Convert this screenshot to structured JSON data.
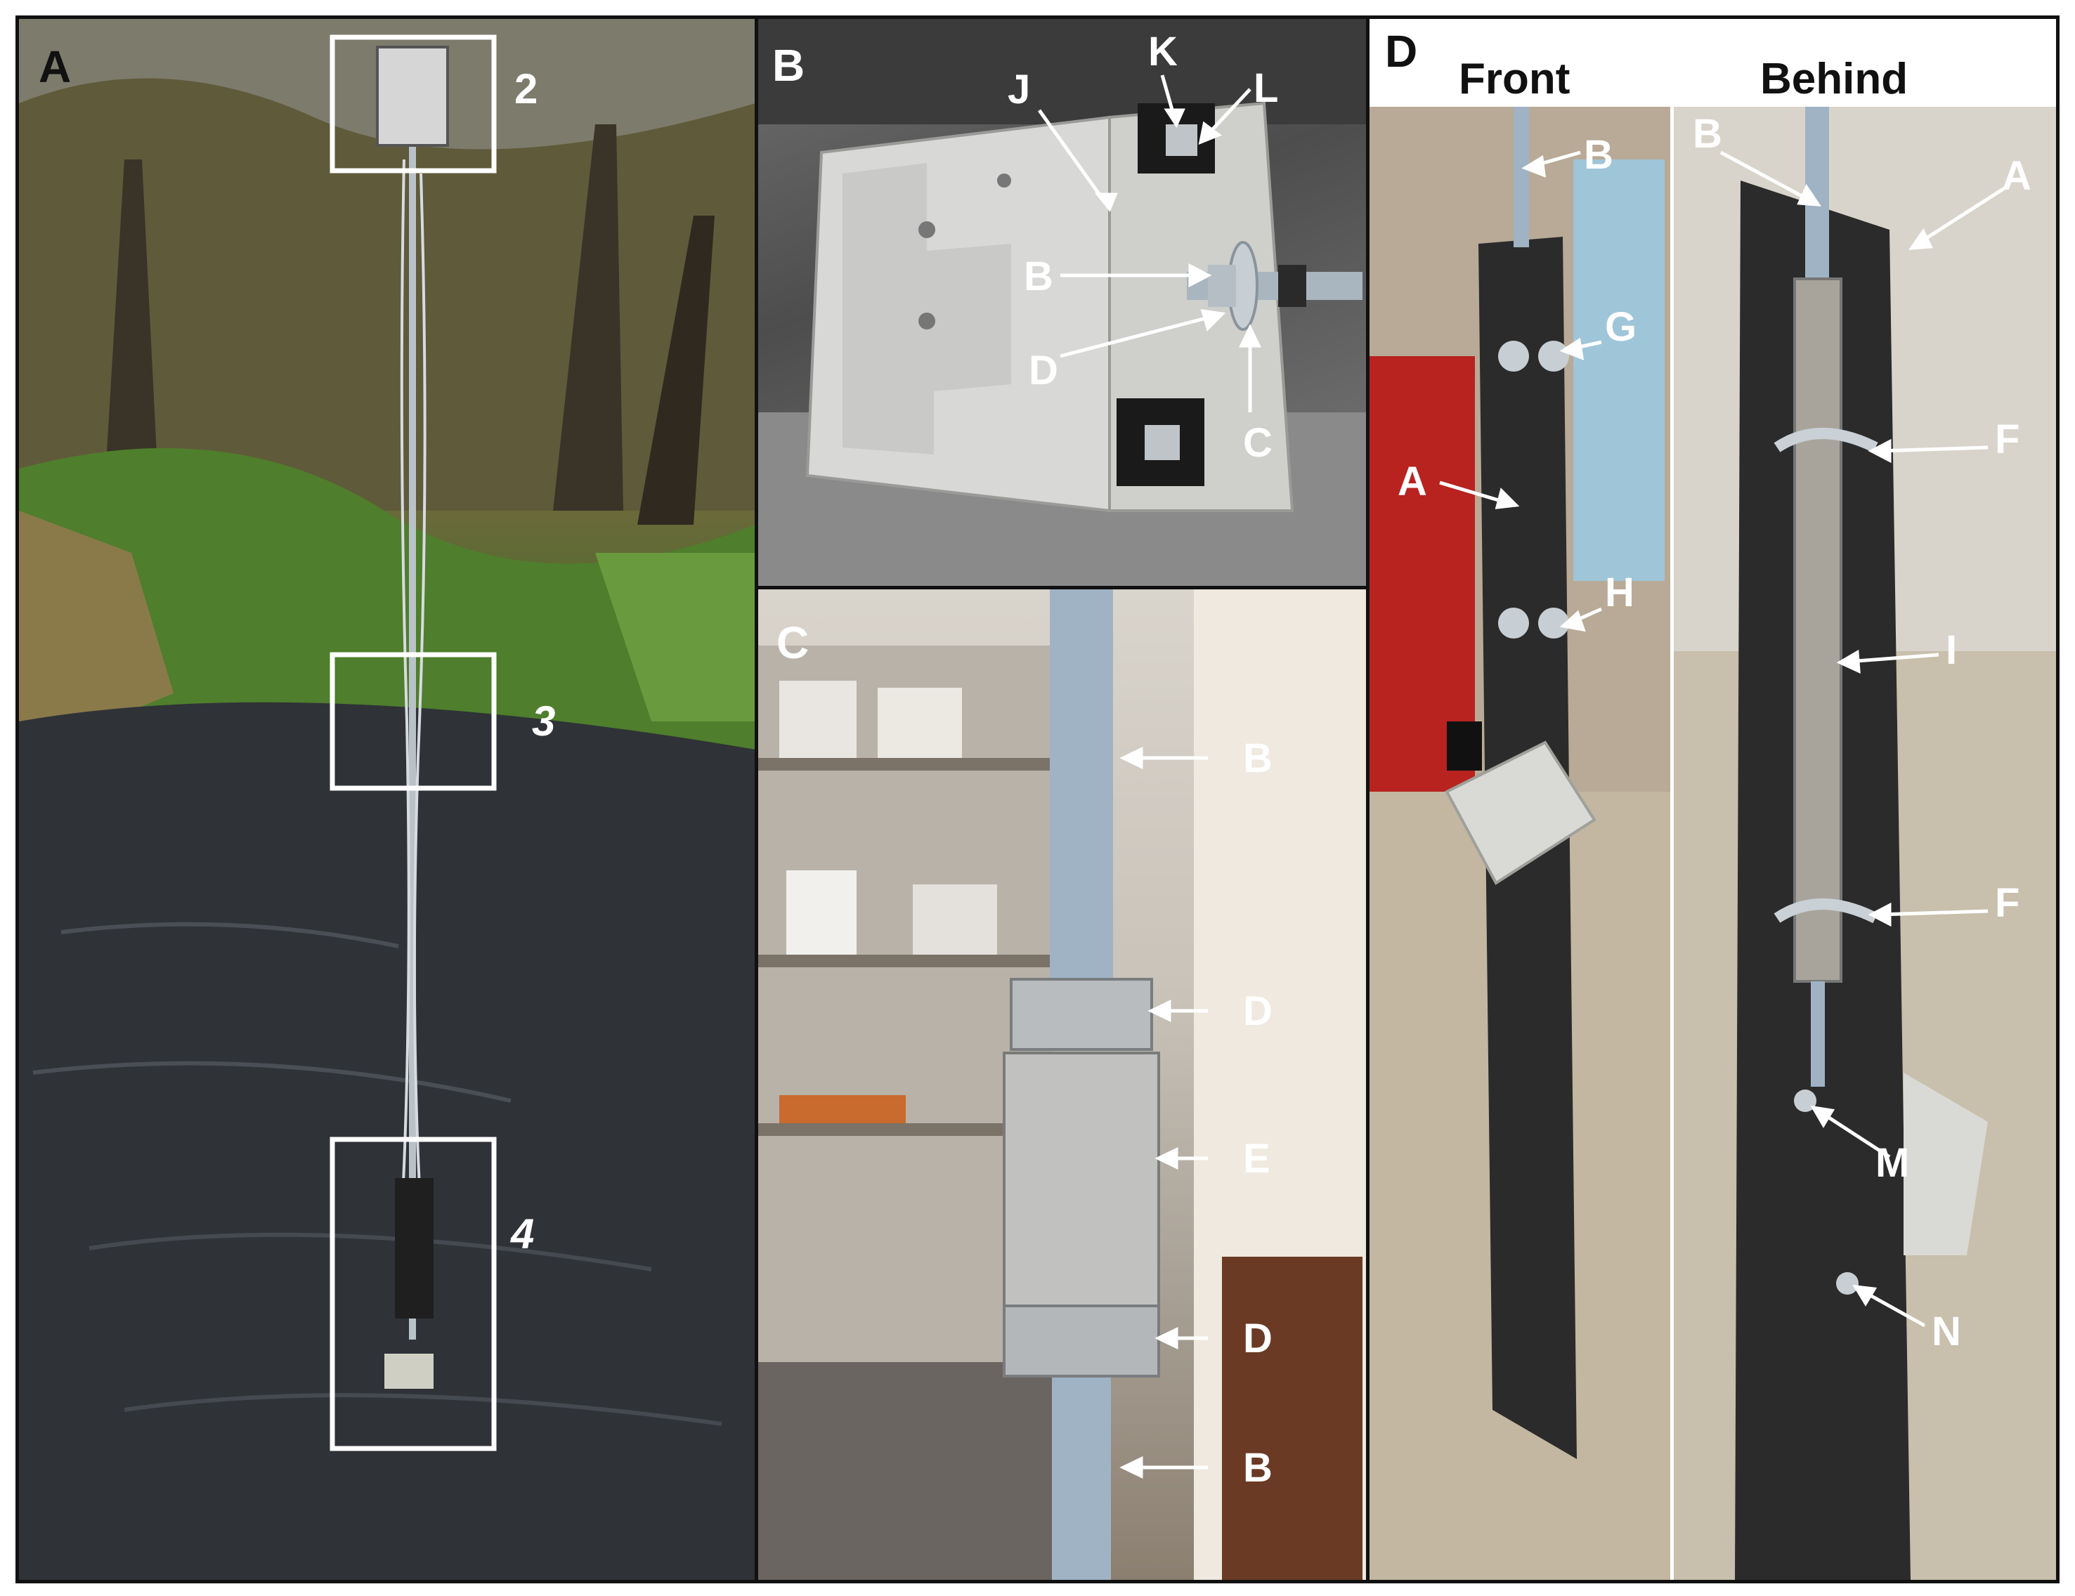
{
  "panels": {
    "a": {
      "label": "A",
      "boxes": [
        "2",
        "3",
        "4"
      ]
    },
    "b": {
      "label": "B",
      "callouts": [
        "J",
        "K",
        "L",
        "B",
        "D",
        "C"
      ]
    },
    "c": {
      "label": "C",
      "callouts": [
        "B",
        "D",
        "E",
        "D",
        "B"
      ]
    },
    "d": {
      "label": "D",
      "columns": {
        "front": "Front",
        "behind": "Behind"
      },
      "front_callouts": [
        "B",
        "G",
        "A",
        "H"
      ],
      "behind_callouts": [
        "B",
        "A",
        "F",
        "I",
        "F",
        "M",
        "N"
      ]
    }
  },
  "colors": {
    "panel_border": "#111111",
    "callout": "#ffffff",
    "water": "#2f3237",
    "vegetation": "#4d7a2e",
    "steel_plate": "#2a2a2a",
    "rod": "#9fb3c4"
  }
}
